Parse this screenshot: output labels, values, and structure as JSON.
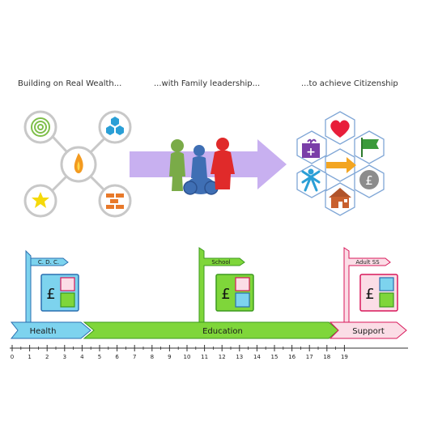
{
  "headings": {
    "left": "Building on Real Wealth...",
    "middle": "...with Family leadership...",
    "right": "...to achieve Citizenship"
  },
  "wealth_icons": [
    "rings-icon",
    "hexagons-icon",
    "flame-icon",
    "star-icon",
    "bricks-icon"
  ],
  "citizenship_icons": [
    "heart-icon",
    "gift-icon",
    "flag-icon",
    "person-icon",
    "arrow-icon",
    "pound-coin-icon",
    "house-icon"
  ],
  "timeline": {
    "stages": [
      {
        "label": "Health",
        "flag": "C. D. C.",
        "color": "#7dd3ee",
        "border": "#2a6fb0"
      },
      {
        "label": "Education",
        "flag": "School",
        "color": "#7fd63a",
        "border": "#3c9a1e"
      },
      {
        "label": "Support",
        "flag": "Adult SS",
        "color": "#fbdde6",
        "border": "#d8185a"
      }
    ],
    "budget_symbol": "£",
    "ticks": [
      "0",
      "1",
      "2",
      "3",
      "4",
      "5",
      "6",
      "7",
      "8",
      "9",
      "10",
      "11",
      "12",
      "13",
      "14",
      "15",
      "16",
      "17",
      "18",
      "19"
    ]
  },
  "colors": {
    "purple_arrow": "#c8b0f0",
    "green_figure": "#7aab48",
    "blue_figure": "#3f6fb4",
    "red_figure": "#e02a2a",
    "hex_border": "#7fa6d6"
  }
}
